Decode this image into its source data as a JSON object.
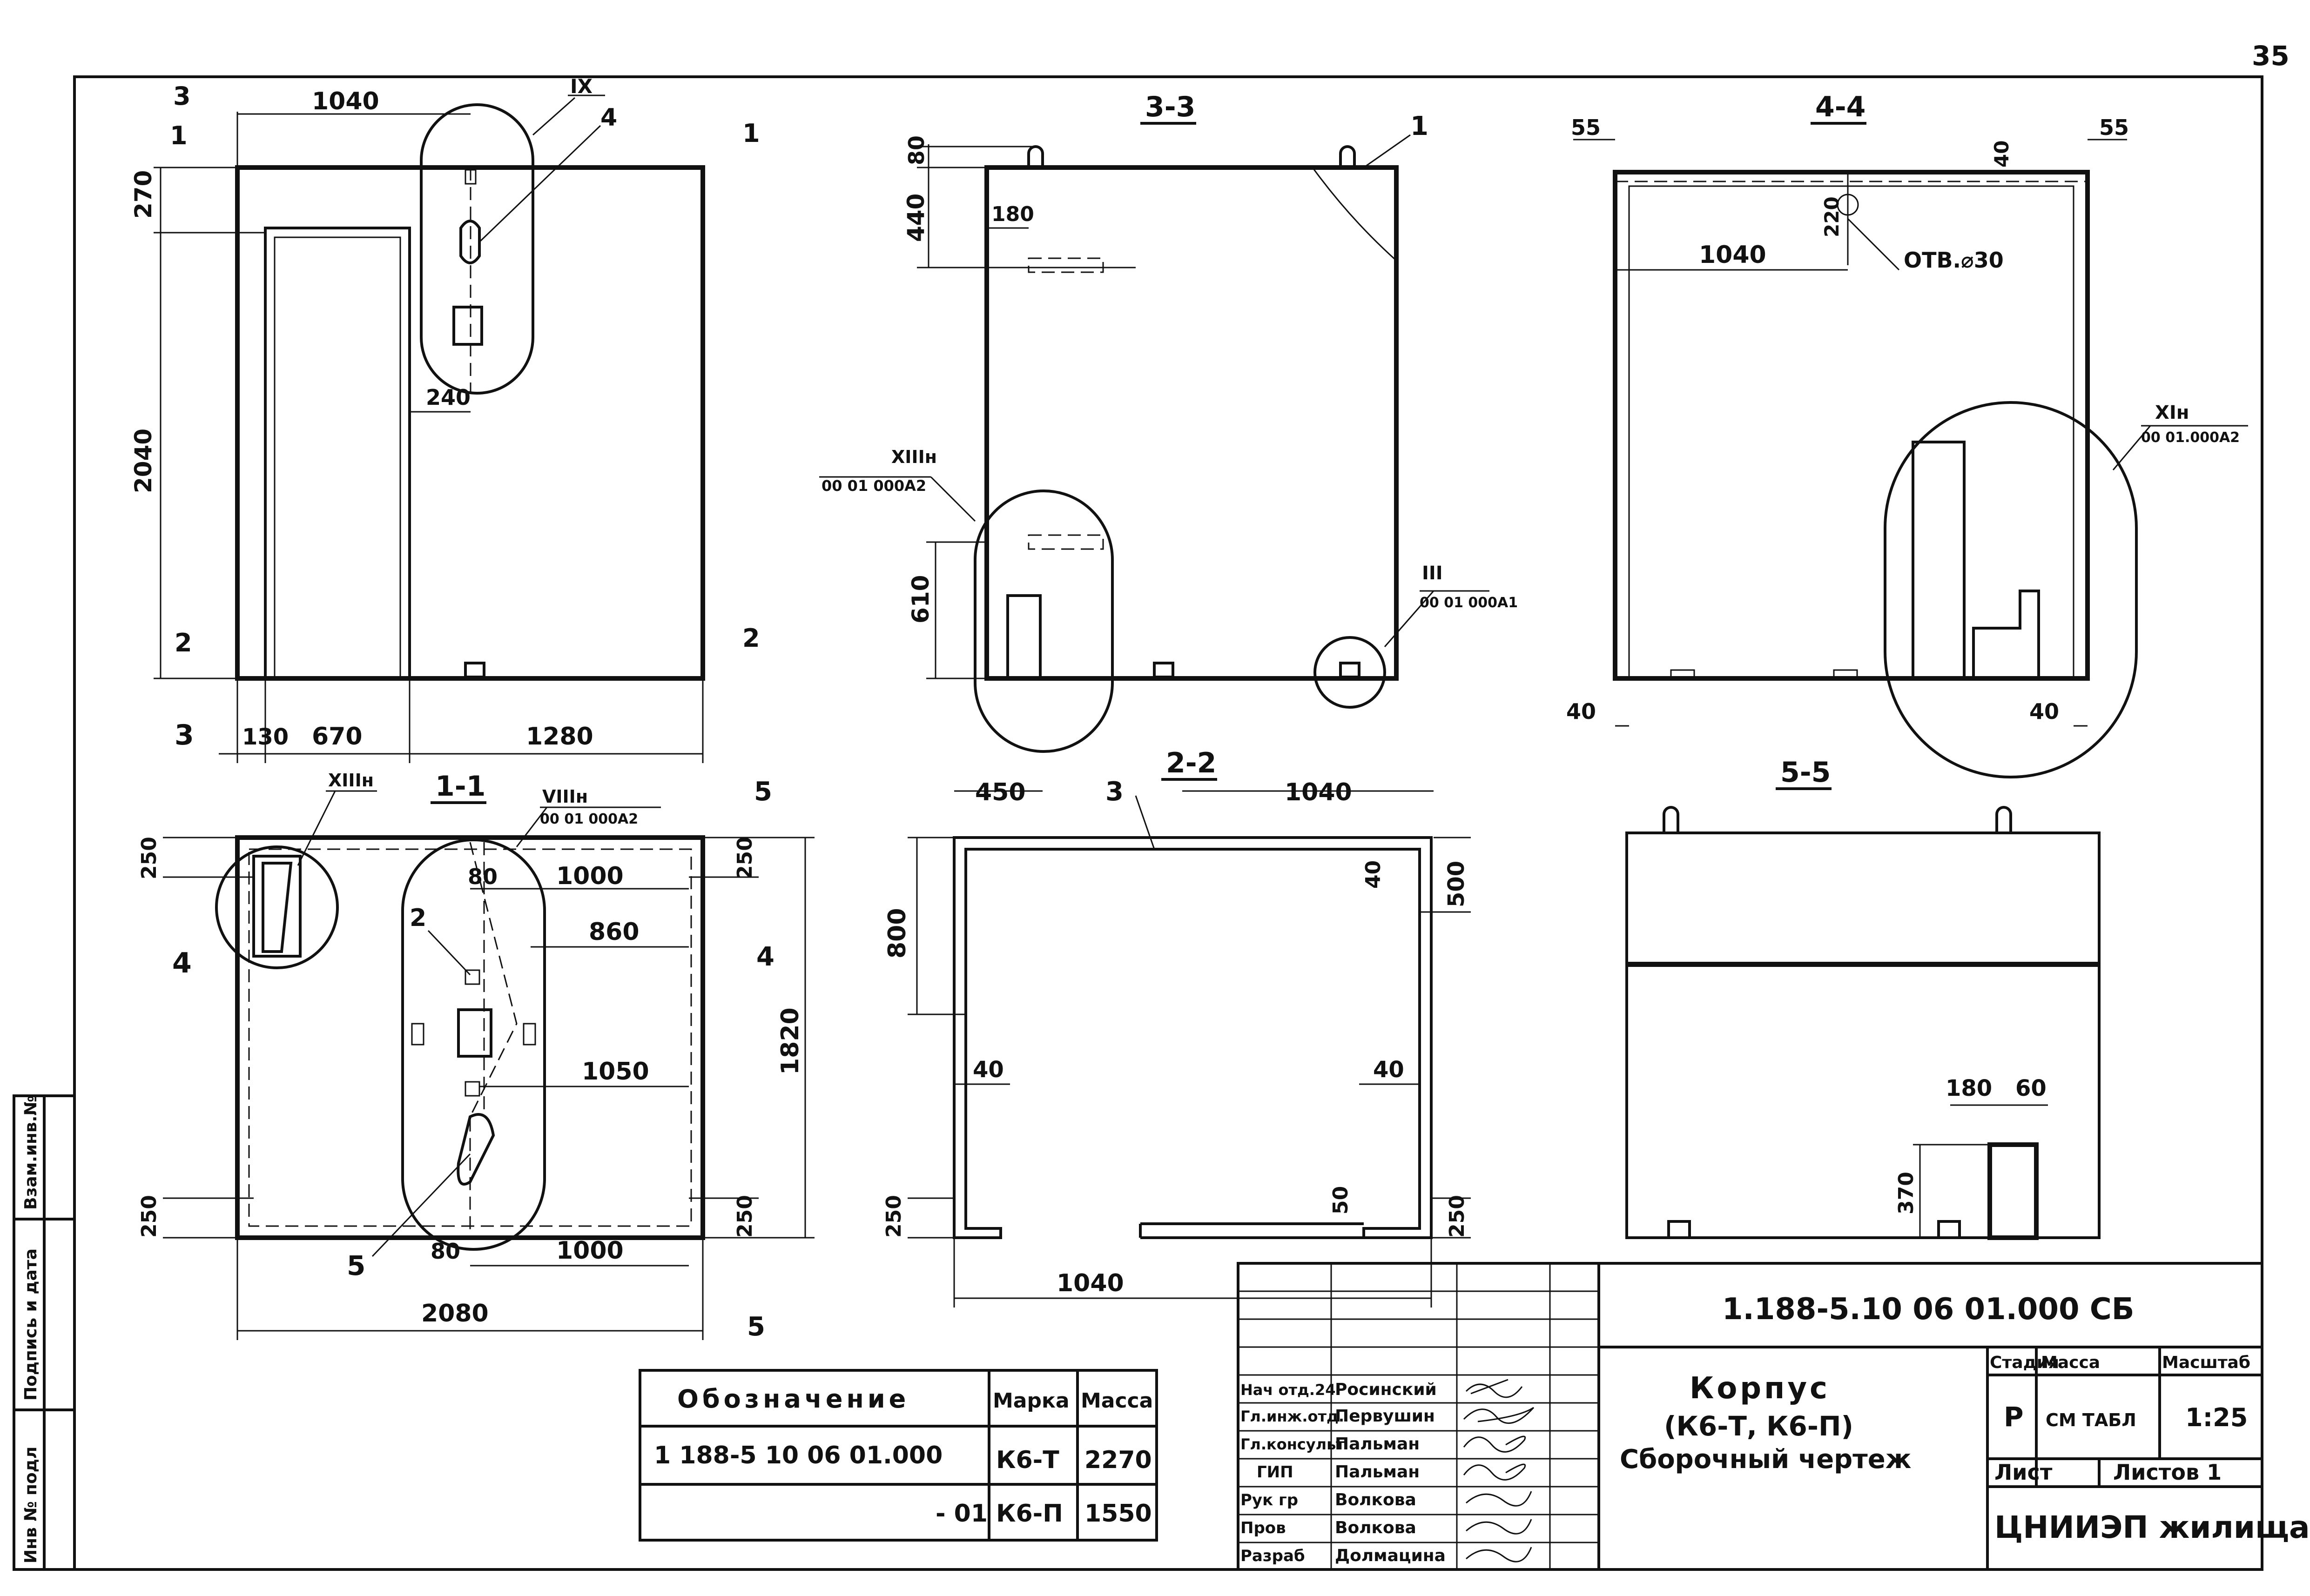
{
  "sheet": {
    "page_number": "35"
  },
  "views": {
    "front": {
      "dims": {
        "top_width": "1040",
        "left_270": "270",
        "left_2040": "2040",
        "bottom_130": "130",
        "bottom_670": "670",
        "bottom_1280": "1280",
        "mid_240": "240"
      },
      "markers": {
        "sec3_top": "3",
        "sec1_left": "1",
        "sec1_right": "1",
        "sec2_left": "2",
        "sec2_right": "2",
        "sec3_bottom": "3"
      },
      "callouts": {
        "ix": "IX",
        "item4": "4"
      }
    },
    "s33": {
      "title": "3-3",
      "dims": {
        "d80": "80",
        "d440": "440",
        "d180": "180",
        "d610": "610"
      },
      "callouts": {
        "item1": "1",
        "xiii": "XIIIн",
        "xiii_ref": "00 01 000А2",
        "iii": "III",
        "iii_ref": "00 01 000А1"
      }
    },
    "s44": {
      "title": "4-4",
      "dims": {
        "d55l": "55",
        "d55r": "55",
        "d40t": "40",
        "d220": "220",
        "d1040": "1040",
        "hole": "ОТВ.⌀30",
        "d40bl": "40",
        "d40br": "40"
      },
      "callouts": {
        "xi": "XIн",
        "xi_ref": "00 01.000А2"
      }
    },
    "s11": {
      "title": "1-1",
      "dims": {
        "d250tl": "250",
        "d250bl": "250",
        "d250tr": "250",
        "d250br": "250",
        "d80a": "80",
        "d1000a": "1000",
        "d860": "860",
        "d1050": "1050",
        "d1820": "1820",
        "d80b": "80",
        "d1000b": "1000",
        "d2080": "2080"
      },
      "markers": {
        "sec4_left": "4",
        "sec4_right": "4",
        "sec5_top": "5",
        "sec5_bottom": "5"
      },
      "callouts": {
        "xiii": "XIIIн",
        "viii": "VIIIн",
        "viii_ref": "00 01 000А2",
        "item2": "2",
        "item5": "5"
      }
    },
    "s22": {
      "title": "2-2",
      "dims": {
        "d450": "450",
        "d1040t": "1040",
        "d800": "800",
        "d40t": "40",
        "d500": "500",
        "d40l": "40",
        "d40r": "40",
        "d250l": "250",
        "d50": "50",
        "d250r": "250",
        "d1040b": "1040"
      },
      "callouts": {
        "item3": "3"
      }
    },
    "s55": {
      "title": "5-5",
      "dims": {
        "d180": "180",
        "d60": "60",
        "d370": "370"
      }
    }
  },
  "spec_table": {
    "headers": [
      "Обозначение",
      "Марка",
      "Масса"
    ],
    "rows": [
      {
        "designation": "1 188-5 10   06 01.000",
        "mark": "К6-Т",
        "mass": "2270"
      },
      {
        "designation": "- 01",
        "mark": "К6-П",
        "mass": "1550"
      }
    ]
  },
  "title_block": {
    "doc_number": "1.188-5.10   06 01.000 СБ",
    "title_line1": "Корпус",
    "title_line2": "(К6-Т, К6-П)",
    "title_line3": "Сборочный чертеж",
    "stage_header": "Стадия",
    "mass_header": "Масса",
    "scale_header": "Масштаб",
    "stage": "Р",
    "mass_value": "СМ ТАБЛ",
    "scale": "1:25",
    "sheet_label": "Лист",
    "sheets_label": "Листов 1",
    "org": "ЦНИИЭП жилища",
    "signatures": [
      {
        "role": "Нач отд.24",
        "name": "Росинский"
      },
      {
        "role": "Гл.инж.отд.",
        "name": "Первушин"
      },
      {
        "role": "Гл.консульт",
        "name": "Пальман"
      },
      {
        "role": "ГИП",
        "name": "Пальман"
      },
      {
        "role": "Рук гр",
        "name": "Волкова"
      },
      {
        "role": "Пров",
        "name": "Волкова"
      },
      {
        "role": "Разраб",
        "name": "Долмацина"
      }
    ]
  },
  "margin_stamp": {
    "c1": "Взам.инв.№",
    "c2": "Подпись и дата",
    "c3": "Инв № подл"
  }
}
